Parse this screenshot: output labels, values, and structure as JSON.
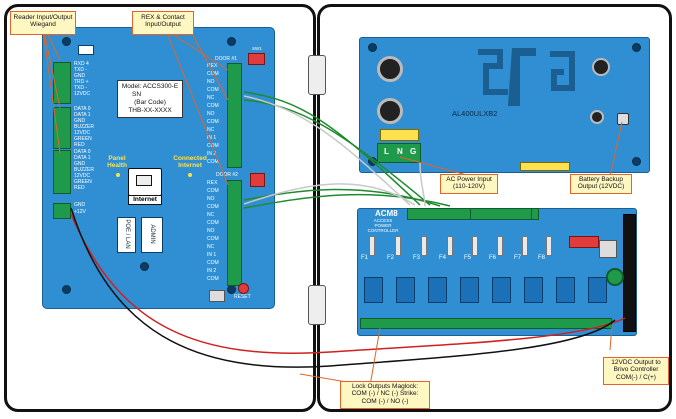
{
  "panel_board": {
    "model_line": "Model: ACCS300-E",
    "sn_line": "SN",
    "barcode_line": "(Bar Code)",
    "serial_line": "THB-XX-XXXX",
    "port_poe": "POE / LAN",
    "port_admin": "ADMIN",
    "internet_label": "Internet",
    "led_panel_health": "Panel Health",
    "led_connected": "Connected Internet",
    "reset_label": "RESET",
    "sw_label": "SW1",
    "door1_label": "DOOR #1",
    "door2_label": "DOOR #2",
    "reader_terminals_top": [
      "RXD 4",
      "TXD -",
      "GND",
      "TRD +",
      "TXD -",
      "12VDC"
    ],
    "reader_terminals_mid": [
      "DATA 0",
      "DATA 1",
      "GND",
      "BUZZER",
      "12VDC",
      "GREEN",
      "RED"
    ],
    "reader_terminals_bot": [
      "DATA 0",
      "DATA 1",
      "GND",
      "BUZZER",
      "12VDC",
      "GREEN",
      "RED"
    ],
    "power_terminals": [
      "GND",
      "+12V"
    ],
    "io_terminals_top": [
      "REX",
      "COM",
      "NO",
      "COM",
      "NC",
      "COM",
      "NO",
      "COM",
      "NC",
      "IN 1",
      "COM",
      "IN 2",
      "COM"
    ],
    "io_terminals_bot": [
      "REX",
      "COM",
      "NO",
      "COM",
      "NC",
      "COM",
      "NO",
      "COM",
      "NC",
      "IN 1",
      "COM",
      "IN 2",
      "COM"
    ]
  },
  "power_supply": {
    "model": "AL400ULXB2",
    "ac_terminals": [
      "L",
      "N",
      "G"
    ]
  },
  "acm8": {
    "title": "ACM8",
    "subtitle": "ACCESS POWER CONTROLLER",
    "fuses": [
      "F1",
      "F2",
      "F3",
      "F4",
      "F5",
      "F6",
      "F7",
      "F8"
    ]
  },
  "callouts": {
    "reader": "Reader Input/Output Wiegand",
    "rex": "REX & Contact Input/Output",
    "ac_power": "AC Power Input (110-120V)",
    "battery": "Battery Backup Output (12VDC)",
    "lock": "Lock Outputs Maglock: COM (-) / NC (-) Strike: COM (-) / NO (-)",
    "dc_output": "12VDC Output to Brivo Controller COM(-) / C(+)"
  },
  "colors": {
    "board_blue": "#2f8fd2",
    "terminal_green": "#1e9a4a",
    "callout_fill": "#fff7c2",
    "callout_border": "#e0652a",
    "wire_green": "#1d8b2e",
    "wire_white": "#d8d8d8",
    "wire_red": "#d12020",
    "wire_black": "#111111"
  }
}
